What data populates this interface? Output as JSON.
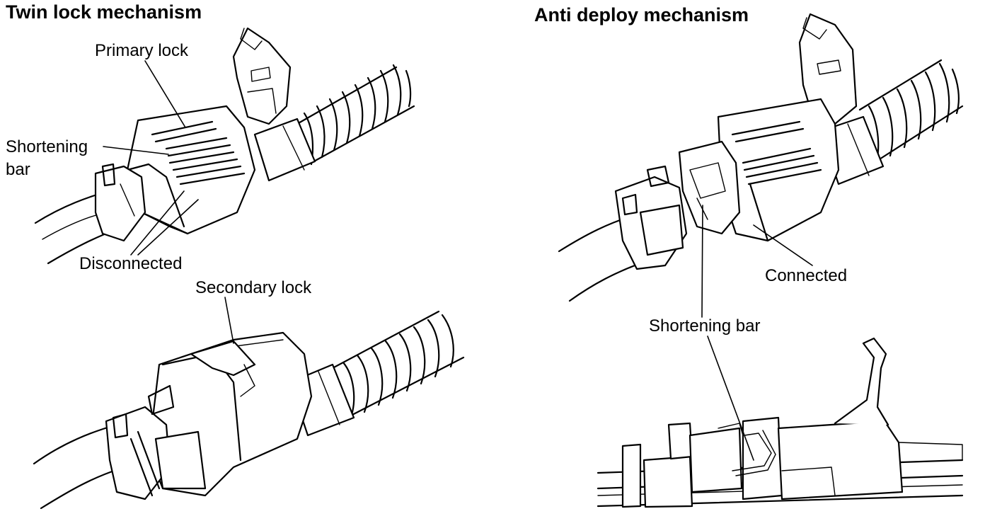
{
  "left_panel": {
    "title": "Twin lock mechanism",
    "labels": {
      "primary_lock": "Primary lock",
      "shortening_bar_line1": "Shortening",
      "shortening_bar_line2": "bar",
      "disconnected": "Disconnected",
      "secondary_lock": "Secondary lock"
    }
  },
  "right_panel": {
    "title": "Anti deploy mechanism",
    "labels": {
      "connected": "Connected",
      "shortening_bar": "Shortening bar"
    }
  }
}
